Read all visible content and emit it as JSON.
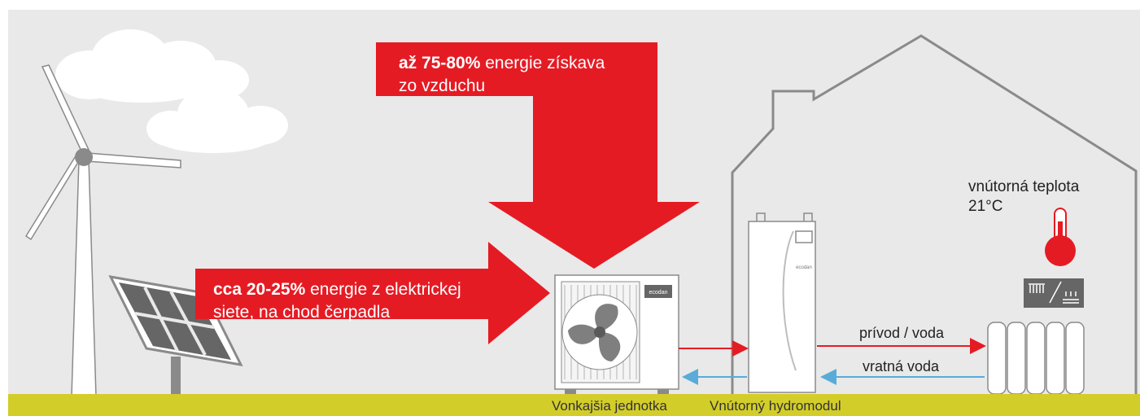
{
  "colors": {
    "background": "#e9e9e9",
    "red": "#e51b24",
    "ground": "#d3cd2a",
    "outline": "#8a8a8a",
    "supply_line": "#e51b24",
    "return_line": "#5aabd8",
    "cloud": "#ffffff"
  },
  "callouts": {
    "air": {
      "bold": "až 75-80%",
      "line1_rest": " energie získava",
      "line2": "zo vzduchu"
    },
    "electric": {
      "bold": "cca 20-25%",
      "line1_rest": " energie z elektrickej",
      "line2": "siete, na chod čerpadla"
    }
  },
  "indoor_temperature": {
    "label": "vnútorná teplota",
    "value": "21°C"
  },
  "lines": {
    "supply": "prívod / voda",
    "return": "vratná voda"
  },
  "units": {
    "outdoor": "Vonkajšia jednotka",
    "indoor": "Vnútorný hydromodul",
    "brand_label": "ecodan"
  },
  "icons": [
    "wind-turbine-icon",
    "solar-panel-icon",
    "cloud-icon",
    "fan-icon",
    "thermometer-icon",
    "radiator-floor-heating-icon",
    "radiator-icon",
    "house-icon"
  ]
}
